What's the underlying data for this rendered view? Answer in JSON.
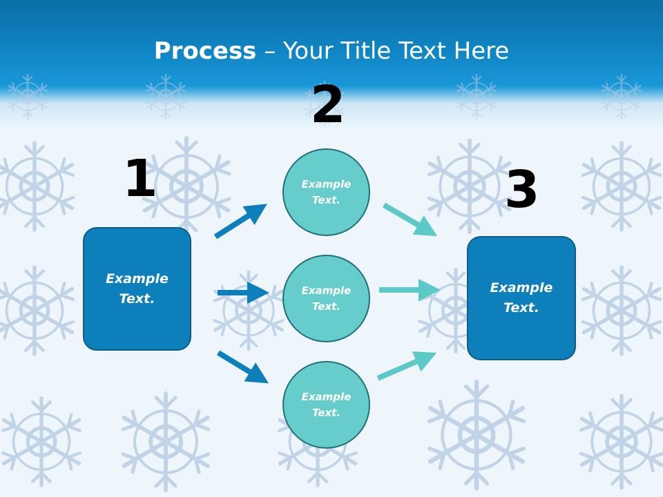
{
  "title": {
    "bold": "Process",
    "rest": " – Your Title Text Here"
  },
  "steps": {
    "one": "1",
    "two": "2",
    "three": "3"
  },
  "left_box": {
    "line1": "Example",
    "line2": "Text."
  },
  "circles": [
    {
      "line1": "Example",
      "line2": "Text."
    },
    {
      "line1": "Example",
      "line2": "Text."
    },
    {
      "line1": "Example",
      "line2": "Text."
    }
  ],
  "right_box": {
    "line1": "Example",
    "line2": "Text."
  },
  "colors": {
    "header_blue": "#1187c6",
    "box_blue": "#0d7fba",
    "circle_teal": "#66cccc",
    "arrow_blue": "#0d7fba",
    "arrow_teal": "#5cc8c8",
    "snowflake": "#b9cde3"
  }
}
